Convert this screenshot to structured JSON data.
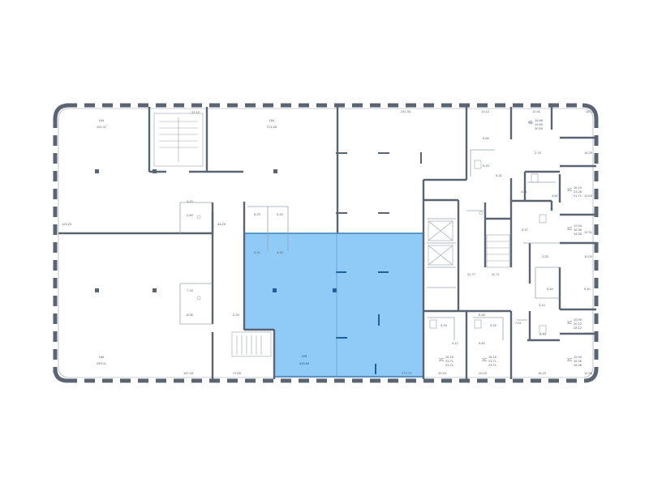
{
  "colors": {
    "wall": "#5b6472",
    "thin_wall": "#9aa1ab",
    "selected_fill": "#90caf6",
    "selected_outline": "#1f6fb4",
    "selected_marks": "#1f5f9e",
    "background": "#ffffff"
  },
  "rooms": {
    "r184a": {
      "code": "184",
      "area": "191,47"
    },
    "r184b": {
      "code": "184",
      "area": "274,65"
    },
    "r186": {
      "code": "186",
      "area": "283,11"
    },
    "selected": {
      "code": "228",
      "area": "319,63"
    }
  },
  "dims": {
    "d1": "124,29",
    "d2": "44,29",
    "d3": "22,12",
    "d4": "241,33",
    "d5": "13,12",
    "d6": "12,92",
    "d7": "16,18",
    "d8": "187,93",
    "d9": "17,69",
    "d10": "172,72",
    "d11": "5,69",
    "d12": "5,20",
    "d13": "5,20",
    "d14": "5,29",
    "d15": "5,31",
    "d16": "4,33",
    "d17": "3,20",
    "d18": "2,50",
    "d19": "2,75",
    "d20": "7,15",
    "d21": "5,06",
    "d22": "2,29",
    "d23": "3,15",
    "d24": "3,15",
    "d25": "2,75",
    "d26": "21,77",
    "d27": "11,71",
    "d28": "5,37",
    "d29": "5,32",
    "d30": "5,12",
    "d31": "2,25",
    "d32": "5,54",
    "d33": "3,14",
    "d34": "2,70",
    "d35": "10,03",
    "d36": "9,40",
    "d37": "12,91",
    "d38": "16,29",
    "d39": "10,09",
    "d40": "12,94",
    "d41": "10,00",
    "d42": "10,03",
    "d43": "12,98",
    "d44": "10,94",
    "d45": "13,71",
    "d46": "10,03",
    "d47": "12,94",
    "d48": "16,23",
    "d49": "12,98",
    "d50": "4,61",
    "d51": "6,60",
    "d52": "5,82",
    "d53": "3,82",
    "d54": "7,61"
  },
  "units": {
    "u1": {
      "num": "4E",
      "a": "15,86",
      "b": "10,59",
      "c": "30,59"
    },
    "u2": {
      "num": "1С",
      "a": "16,19",
      "b": "23,28",
      "c": "21,71"
    },
    "u3": {
      "num": "1С",
      "a": "12,94",
      "b": "16,36",
      "c": "16,36"
    },
    "u4": {
      "num": "1С",
      "a": "10,09",
      "b": "20,12",
      "c": "28,12"
    },
    "u5": {
      "num": "1С",
      "a": "12,94",
      "b": "16,36",
      "c": "16,36"
    },
    "u6": {
      "num": "1С",
      "a": "16,16",
      "b": "23,71",
      "c": "23,71"
    },
    "u7": {
      "num": "1С",
      "a": "16,16",
      "b": "23,71",
      "c": "23,71"
    }
  }
}
